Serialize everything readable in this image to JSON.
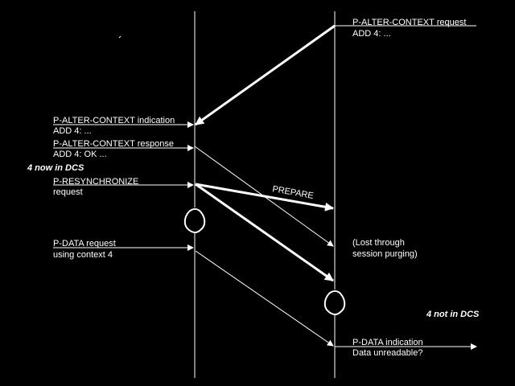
{
  "colors": {
    "background": "#000000",
    "foreground": "#ffffff"
  },
  "labels": {
    "alter_request": [
      "P-ALTER-CONTEXT request",
      "ADD 4: ..."
    ],
    "alter_indication": [
      "P-ALTER-CONTEXT indication",
      "ADD 4: ..."
    ],
    "alter_response": [
      "P-ALTER-CONTEXT response",
      "ADD 4: OK ..."
    ],
    "now_in_dcs": "4 now in DCS",
    "resync_request": [
      "P-RESYNCHRONIZE",
      "request"
    ],
    "prepare": "PREPARE",
    "lost": [
      "(Lost through",
      "session purging)"
    ],
    "pdata_request": [
      "P-DATA request",
      "using context 4"
    ],
    "not_in_dcs": "4 not in DCS",
    "pdata_indication": [
      "P-DATA indication",
      "Data unreadable?"
    ]
  }
}
